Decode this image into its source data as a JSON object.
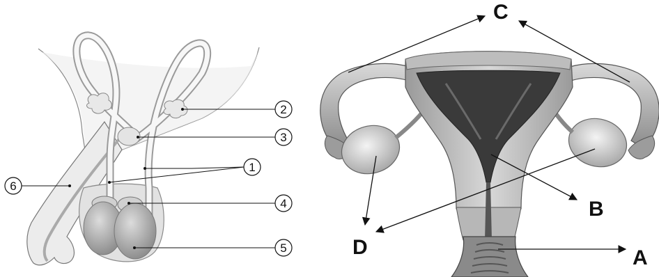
{
  "male_diagram": {
    "labels": [
      "1",
      "2",
      "3",
      "4",
      "5",
      "6"
    ]
  },
  "female_diagram": {
    "labels": [
      "A",
      "B",
      "C",
      "D"
    ]
  },
  "colors": {
    "line": "#111111",
    "skin": "#e6e6e6",
    "tube": "#f4f4f4",
    "testis": "#bdbdbd",
    "uterus_dark": "#3c3c3c",
    "uterus_wall": "#c9c9c9"
  }
}
